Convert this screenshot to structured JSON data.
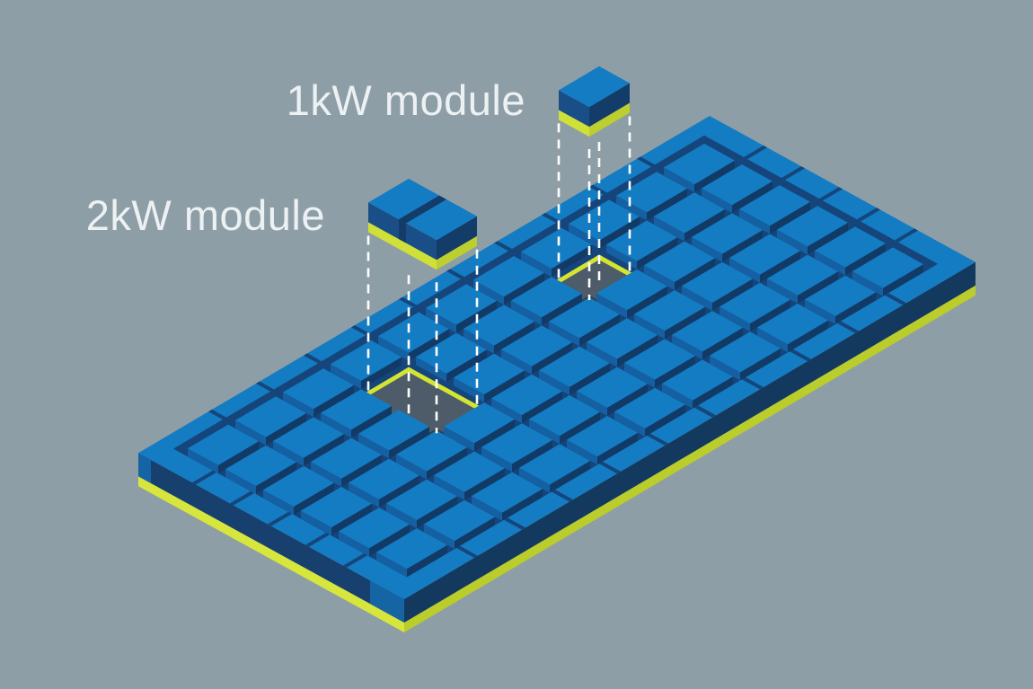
{
  "labels": {
    "module1": "1kW module",
    "module2": "2kW module"
  },
  "palette": {
    "background": "#8E9EA6",
    "label_text": "#ECF1F3",
    "top_blue": "#147CC2",
    "tile_sw_face": "#1560A2",
    "tile_se_face": "#123A67",
    "trench_navy": "#15457A",
    "slab_sw_face": "#17406E",
    "slab_se_face": "#14395F",
    "slab_corner_accent": "#1565A5",
    "base_yellow_light": "#D7E63C",
    "base_yellow_dark": "#BACD2B",
    "pit_rim_yellow": "#D4E432",
    "pit_floor_gray": "#4D5C68",
    "pit_notch": "#2E4257",
    "module_sw_face": "#1A4E86",
    "module_se_face": "#133C68",
    "module_yellow_light": "#CFE039",
    "module_yellow_dark": "#BCCF2E",
    "guide_line": "#FFFFFF"
  },
  "scene": {
    "grid": {
      "rows": 6,
      "cols": 11
    },
    "slots": [
      {
        "id": "1kw",
        "row": 1,
        "col": 3,
        "row_span": 1,
        "capacity": "1kW"
      },
      {
        "id": "2kw",
        "row": 1,
        "col": 7,
        "row_span": 2,
        "capacity": "2kW"
      }
    ]
  }
}
